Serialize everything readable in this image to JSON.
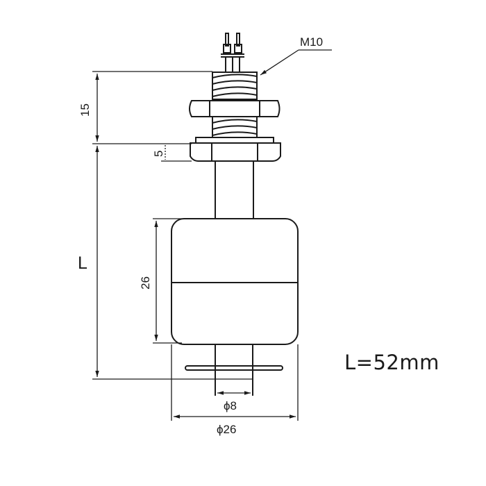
{
  "diagram": {
    "type": "technical-drawing",
    "subject": "float level switch",
    "thread_label": "M10",
    "dimensions": {
      "thread_length": "15",
      "nut_height": "5",
      "total_length_symbol": "L",
      "float_height": "26",
      "stem_diameter": "ϕ8",
      "float_diameter": "ϕ26"
    },
    "formula": "L=52mm",
    "colors": {
      "line": "#1a1a1a",
      "background": "#ffffff"
    }
  }
}
